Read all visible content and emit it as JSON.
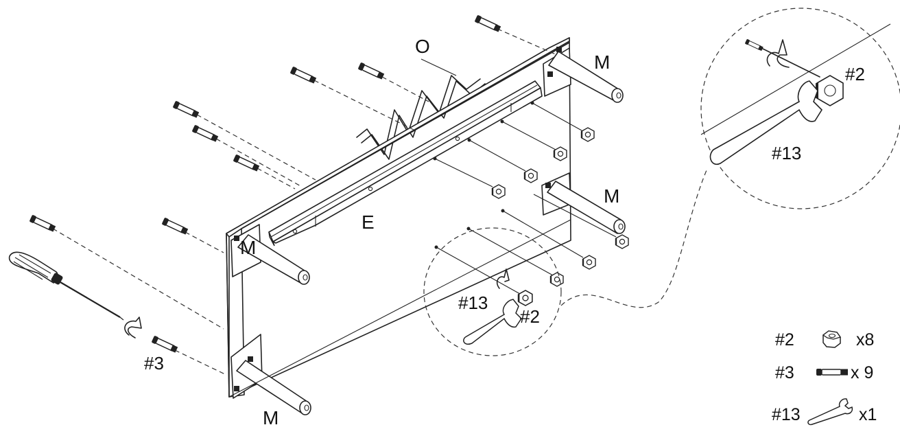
{
  "labels": {
    "part_o": "O",
    "part_e": "E",
    "part_m_top": "M",
    "part_m_mid": "M",
    "part_m_left": "M",
    "part_m_bottom": "M",
    "zoom_top_nut": "#2",
    "zoom_top_wrench": "#13",
    "zoom_bottom_wrench": "#13",
    "zoom_bottom_nut": "#2",
    "screwdriver_bolt": "#3"
  },
  "legend": [
    {
      "id": "#2",
      "icon": "hex-nut-icon",
      "qty": "x8"
    },
    {
      "id": "#3",
      "icon": "bolt-icon",
      "qty": "x 9"
    },
    {
      "id": "#13",
      "icon": "wrench-icon",
      "qty": "x1"
    }
  ]
}
